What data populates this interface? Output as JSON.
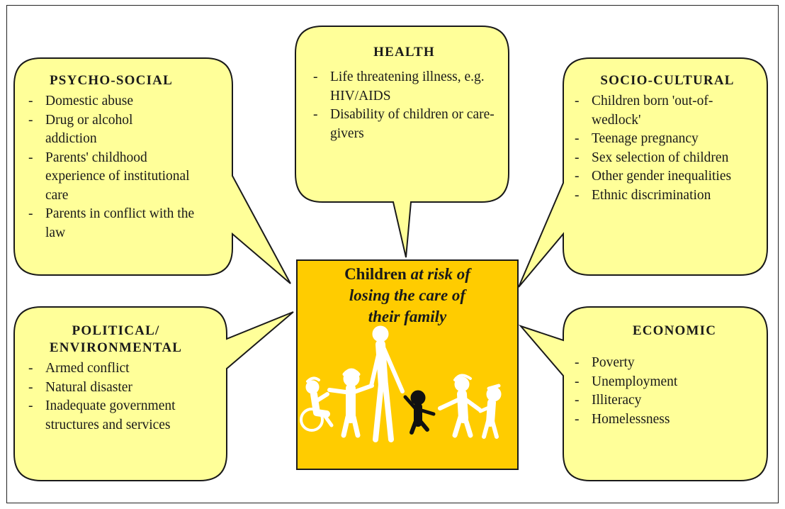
{
  "center": {
    "line1_plain": "Children ",
    "line1_italic": "at risk of",
    "line2": "losing the care of",
    "line3": "their family"
  },
  "colors": {
    "bubble_fill": "#ffff99",
    "center_fill": "#ffcc00",
    "outline": "#1a1a1a"
  },
  "boxes": {
    "psycho_social": {
      "title": "PSYCHO-SOCIAL",
      "items": [
        "Domestic abuse",
        "Drug or alcohol addiction",
        "Parents' childhood experience of institutional care",
        "Parents in conflict with the law"
      ]
    },
    "health": {
      "title": "HEALTH",
      "items": [
        "Life threatening illness, e.g. HIV/AIDS",
        "Disability of children or care-givers"
      ]
    },
    "socio_cultural": {
      "title": "SOCIO-CULTURAL",
      "items": [
        "Children born 'out-of-wedlock'",
        "Teenage pregnancy",
        "Sex selection of children",
        "Other gender inequalities",
        "Ethnic discrimination"
      ]
    },
    "political": {
      "title_line1": "POLITICAL/",
      "title_line2": "ENVIRONMENTAL",
      "items": [
        "Armed conflict",
        "Natural disaster",
        "Inadequate government structures and services"
      ]
    },
    "economic": {
      "title": "ECONOMIC",
      "items": [
        "Poverty",
        "Unemployment",
        "Illiteracy",
        "Homelessness"
      ]
    }
  }
}
